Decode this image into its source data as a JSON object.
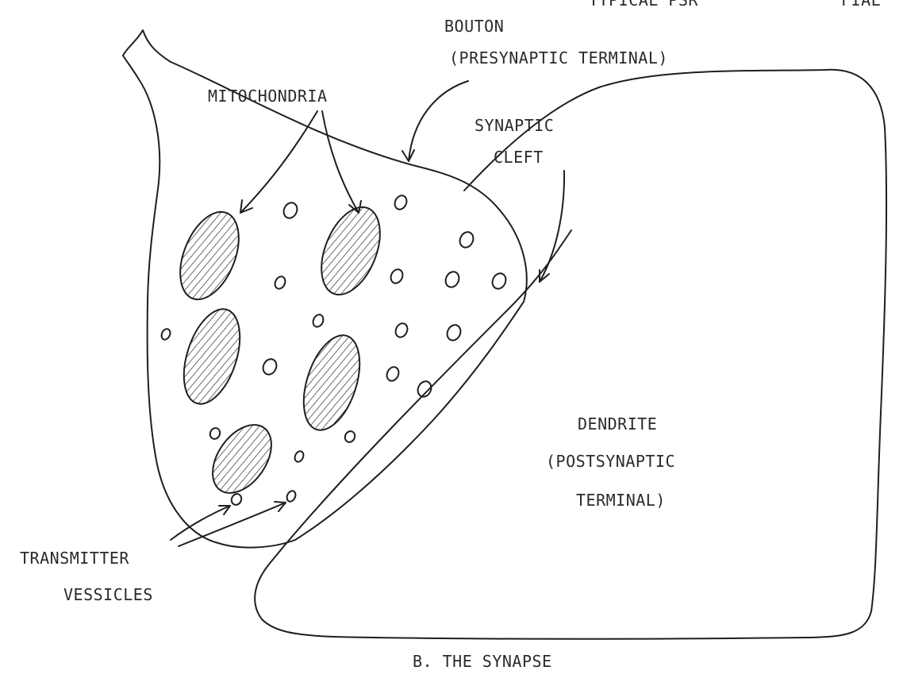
{
  "header": {
    "partial_left": "TYPICAL PSR",
    "partial_right": "FIAL"
  },
  "labels": {
    "bouton_line1": "BOUTON",
    "bouton_line2": "(PRESYNAPTIC TERMINAL)",
    "mitochondria": "MITOCHONDRIA",
    "synaptic_line1": "SYNAPTIC",
    "synaptic_line2": "CLEFT",
    "dendrite_line1": "DENDRITE",
    "dendrite_line2": "(POSTSYNAPTIC",
    "dendrite_line3": "TERMINAL)",
    "transmitter_line1": "TRANSMITTER",
    "transmitter_line2": "VESSICLES"
  },
  "caption": "B. THE SYNAPSE"
}
